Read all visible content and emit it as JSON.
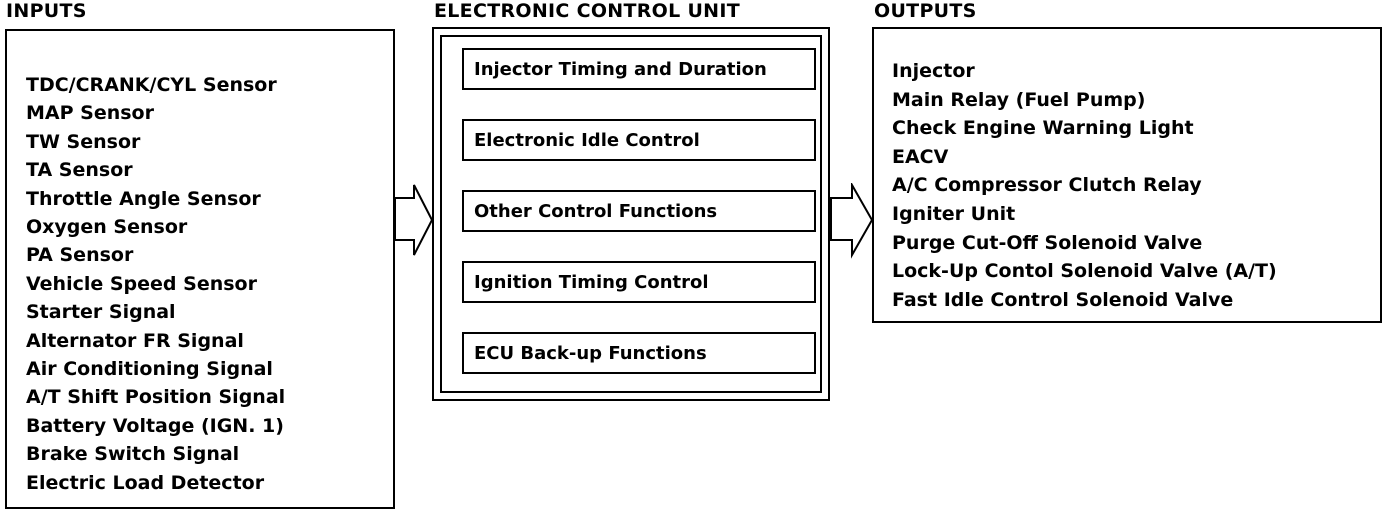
{
  "inputs": {
    "heading": "INPUTS",
    "items": [
      "TDC/CRANK/CYL  Sensor",
      "MAP Sensor",
      "TW Sensor",
      "TA Sensor",
      "Throttle Angle Sensor",
      "Oxygen Sensor",
      "PA Sensor",
      "Vehicle Speed Sensor",
      "Starter Signal",
      "Alternator FR Signal",
      "Air Conditioning Signal",
      "A/T Shift Position Signal",
      "Battery Voltage (IGN. 1)",
      "Brake Switch Signal",
      "Electric Load Detector"
    ]
  },
  "ecu": {
    "heading": "ELECTRONIC CONTROL UNIT",
    "functions": [
      "Injector Timing and Duration",
      "Electronic Idle Control",
      "Other Control Functions",
      "Ignition Timing Control",
      "ECU Back-up Functions"
    ]
  },
  "outputs": {
    "heading": "OUTPUTS",
    "items": [
      "Injector",
      "Main Relay (Fuel Pump)",
      "Check Engine  Warning Light",
      "EACV",
      "A/C Compressor Clutch Relay",
      "Igniter Unit",
      "Purge Cut-Off Solenoid Valve",
      "Lock-Up Contol Solenoid Valve (A/T)",
      "Fast Idle Control Solenoid Valve"
    ]
  },
  "colors": {
    "line": "#000000",
    "background": "#ffffff"
  }
}
